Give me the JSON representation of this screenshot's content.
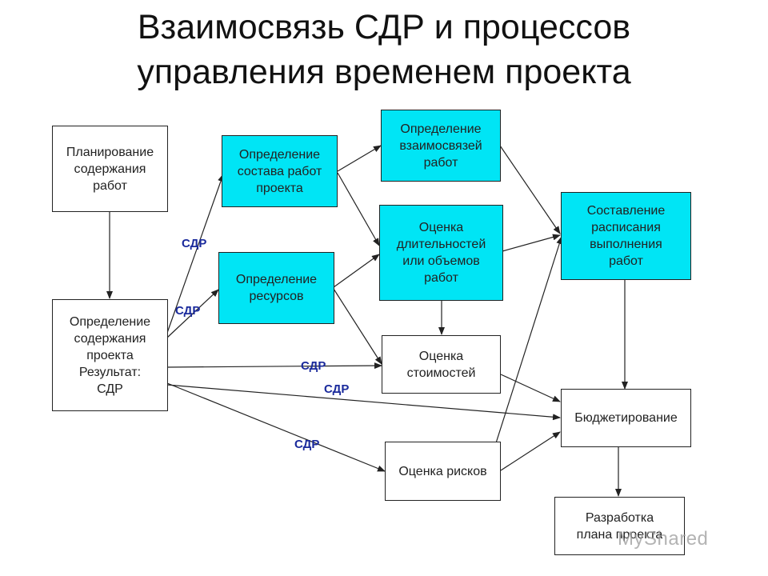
{
  "title": {
    "line1": "Взаимосвязь СДР и процессов",
    "line2": "управления временем проекта"
  },
  "nodes": {
    "planning": "Планирование\nсодержания\nработ",
    "definition": "Определение\nсодержания\nпроекта\nРезультат:\nСДР",
    "work_composition": "Определение\nсостава работ\nпроекта",
    "resources": "Определение\nресурсов",
    "dependencies": "Определение\nвзаимосвязей\nработ",
    "duration": "Оценка\nдлительностей\nили объемов\nработ",
    "cost": "Оценка\nстоимостей",
    "risk": "Оценка рисков",
    "schedule": "Составление\nрасписания\nвыполнения\nработ",
    "budgeting": "Бюджетирование",
    "plan": "Разработка\nплана проекта"
  },
  "edge_labels": {
    "to_work_composition": "СДР",
    "to_resources": "СДР",
    "to_cost": "СДР",
    "to_budgeting": "СДР",
    "to_risk": "СДР"
  },
  "colors": {
    "highlight_fill": "#00e5f5",
    "edge_label": "#1a2a9c"
  },
  "watermark": "MyShared"
}
